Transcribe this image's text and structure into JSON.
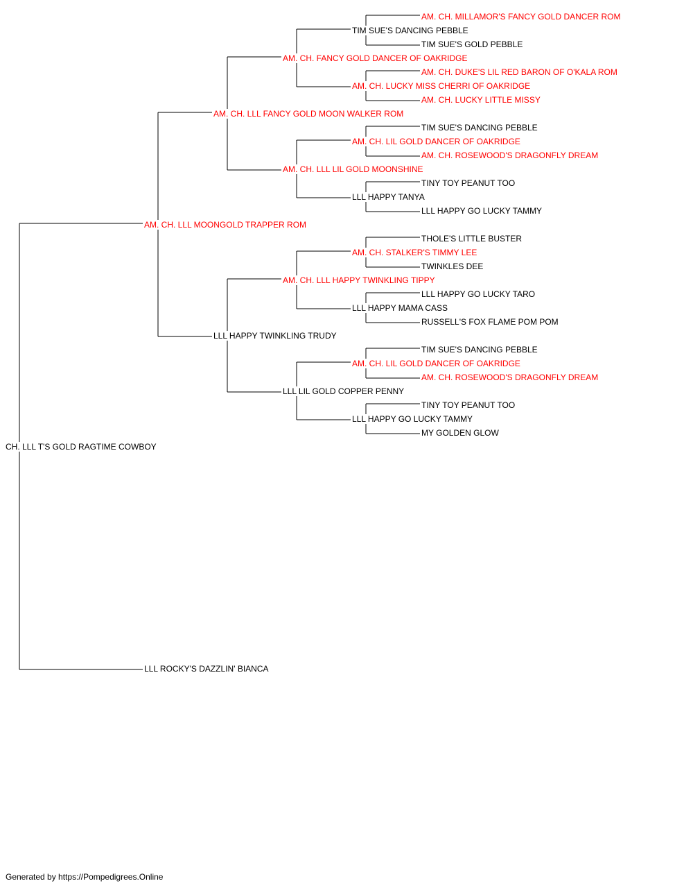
{
  "colors": {
    "champion": "#ff0000",
    "normal": "#000000",
    "line": "#000000"
  },
  "pedigree": {
    "subject": "CH. LLL T'S GOLD RAGTIME COWBOY",
    "sire": "AM. CH. LLL MOONGOLD TRAPPER ROM",
    "dam": "LLL ROCKY'S DAZZLIN' BIANCA",
    "ss": "AM. CH. LLL FANCY GOLD MOON WALKER ROM",
    "sd": "LLL HAPPY TWINKLING TRUDY",
    "sss": "AM. CH. FANCY GOLD DANCER OF OAKRIDGE",
    "ssd": "AM. CH. LLL LIL GOLD MOONSHINE",
    "sds": "AM. CH. LLL HAPPY TWINKLING TIPPY",
    "sdd": "LLL LIL GOLD COPPER PENNY",
    "ssss": "TIM SUE'S DANCING PEBBLE",
    "sssd": "AM. CH. LUCKY MISS CHERRI OF OAKRIDGE",
    "ssds": "AM. CH. LIL GOLD DANCER OF OAKRIDGE",
    "ssdd": "LLL HAPPY TANYA",
    "sdss": "AM. CH. STALKER'S TIMMY LEE",
    "sdsd": "LLL HAPPY MAMA CASS",
    "sdds": "AM. CH. LIL GOLD DANCER OF OAKRIDGE",
    "sddd": "LLL HAPPY GO LUCKY TAMMY",
    "sssss": "AM. CH. MILLAMOR'S FANCY GOLD DANCER ROM",
    "ssssd": "TIM SUE'S GOLD PEBBLE",
    "sssds": "AM. CH. DUKE'S LIL RED BARON OF O'KALA ROM",
    "sssdd": "AM. CH. LUCKY LITTLE MISSY",
    "ssdss": "TIM SUE'S DANCING PEBBLE",
    "ssdsd": "AM. CH. ROSEWOOD'S DRAGONFLY DREAM",
    "ssdds": "TINY TOY PEANUT TOO",
    "ssddd": "LLL HAPPY GO LUCKY TAMMY",
    "sdsss": "THOLE'S LITTLE BUSTER",
    "sdssd": "TWINKLES DEE",
    "sdsds": "LLL HAPPY GO LUCKY TARO",
    "sdsdd": "RUSSELL'S FOX FLAME POM POM",
    "sddss": "TIM SUE'S DANCING PEBBLE",
    "sddsd": "AM. CH. ROSEWOOD'S DRAGONFLY DREAM",
    "sddds": "TINY TOY PEANUT TOO",
    "sdddd": "MY GOLDEN GLOW"
  },
  "champions": [
    "sire",
    "ss",
    "sss",
    "ssd",
    "sds",
    "sssd",
    "ssds",
    "sdss",
    "sdds",
    "sssss",
    "sssds",
    "sssdd",
    "ssdsd",
    "sddsd"
  ],
  "footer": "Generated by https://Pompedigrees.Online"
}
